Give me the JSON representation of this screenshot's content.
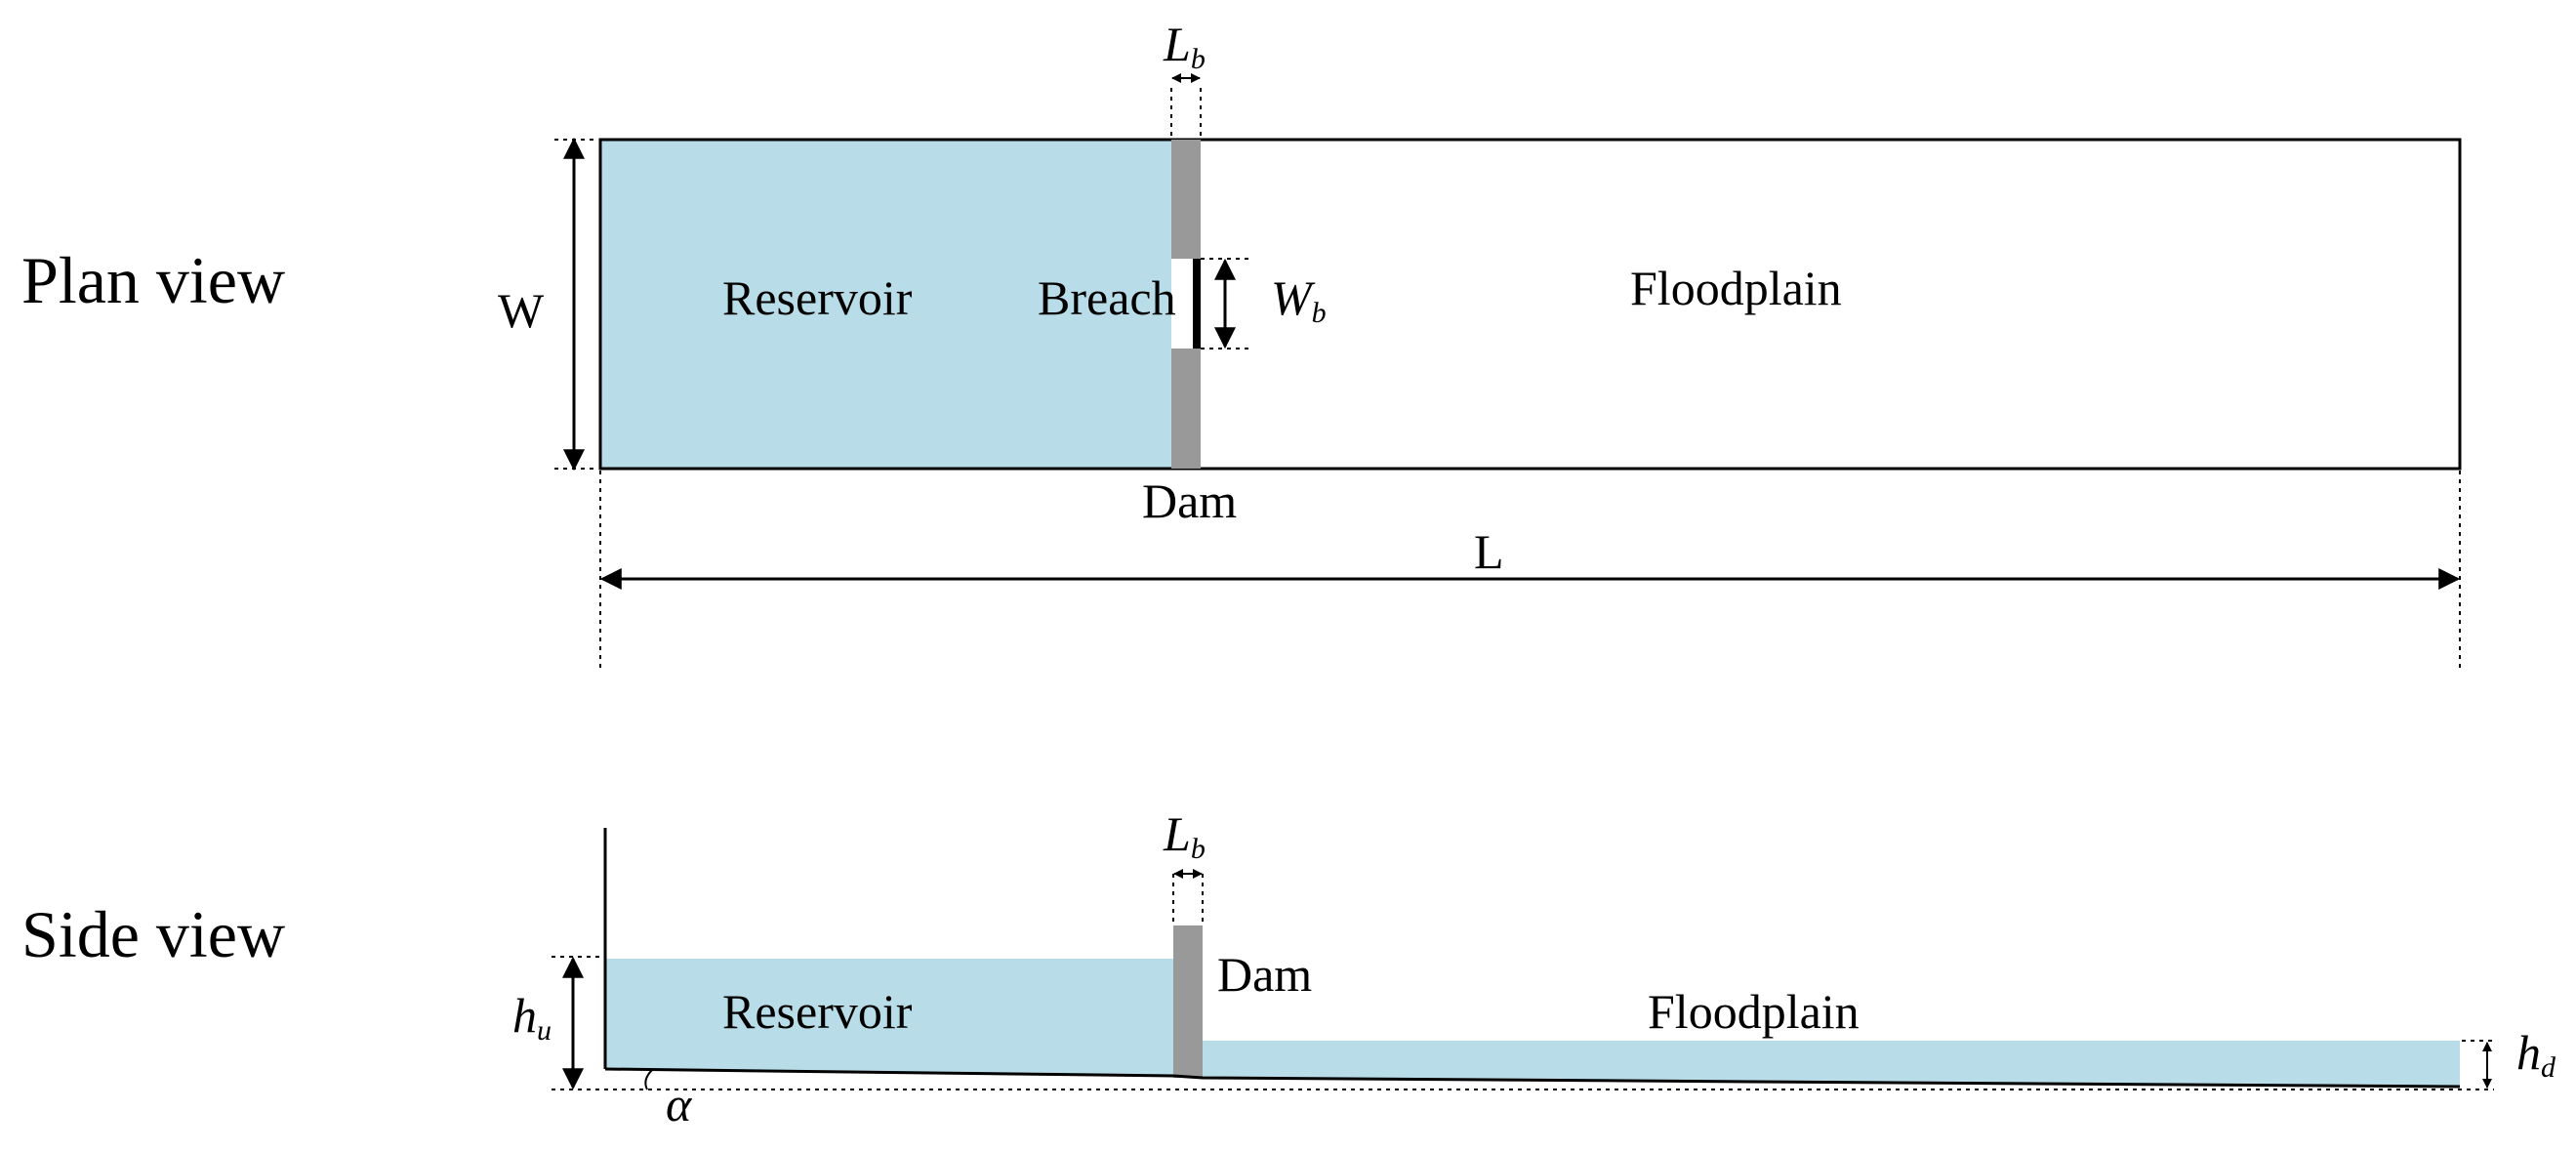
{
  "colors": {
    "water": "#b9dde8",
    "dam": "#999999",
    "outline": "#000000"
  },
  "plan_view": {
    "title": "Plan view",
    "labels": {
      "reservoir": "Reservoir",
      "breach": "Breach",
      "floodplain": "Floodplain",
      "dam": "Dam"
    },
    "dimensions": {
      "width": "W",
      "length": "L",
      "breach_length": {
        "symbol": "L",
        "subscript": "b"
      },
      "breach_width": {
        "symbol": "W",
        "subscript": "b"
      }
    }
  },
  "side_view": {
    "title": "Side view",
    "labels": {
      "reservoir": "Reservoir",
      "dam": "Dam",
      "floodplain": "Floodplain"
    },
    "dimensions": {
      "breach_length": {
        "symbol": "L",
        "subscript": "b"
      },
      "upstream_depth": {
        "symbol": "h",
        "subscript": "u"
      },
      "downstream_depth": {
        "symbol": "h",
        "subscript": "d"
      },
      "slope_angle": "α"
    }
  }
}
